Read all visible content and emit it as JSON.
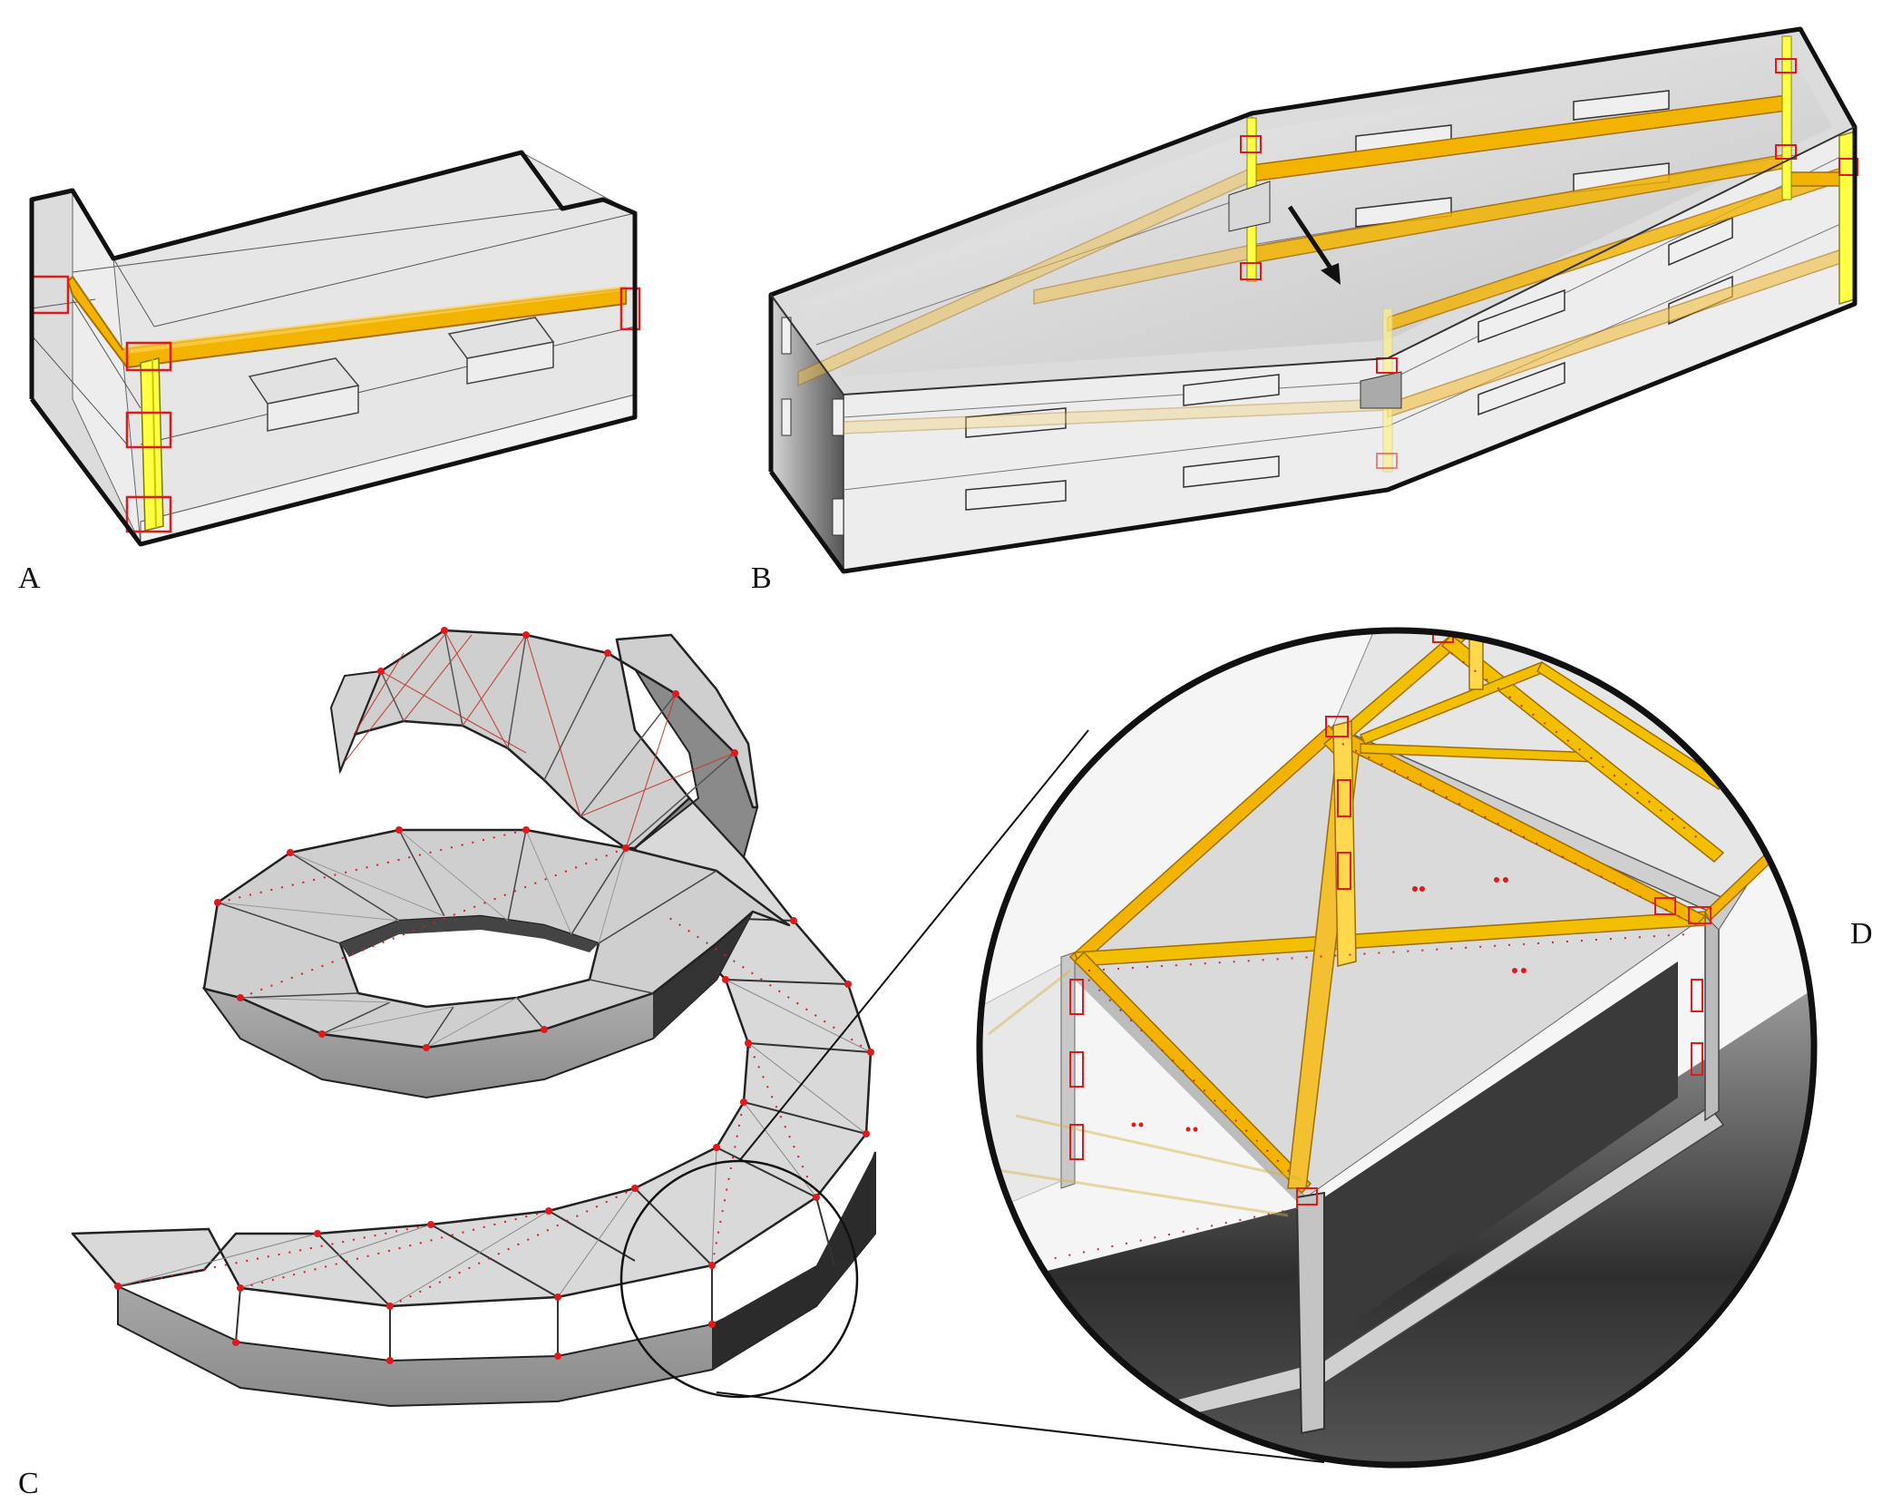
{
  "figure": {
    "panels": [
      {
        "id": "A",
        "label": "A"
      },
      {
        "id": "B",
        "label": "B"
      },
      {
        "id": "C",
        "label": "C"
      },
      {
        "id": "D",
        "label": "D"
      }
    ]
  },
  "colors": {
    "background": "#ffffff",
    "outline": "#111111",
    "panel_face": "#ececec",
    "panel_face_dark": "#c8c8c8",
    "shadow_face": "#3c3c3c",
    "beam": "#f0b400",
    "beam_edge": "#b07c00",
    "column": "#ffff33",
    "joint": "#e01a1a"
  }
}
